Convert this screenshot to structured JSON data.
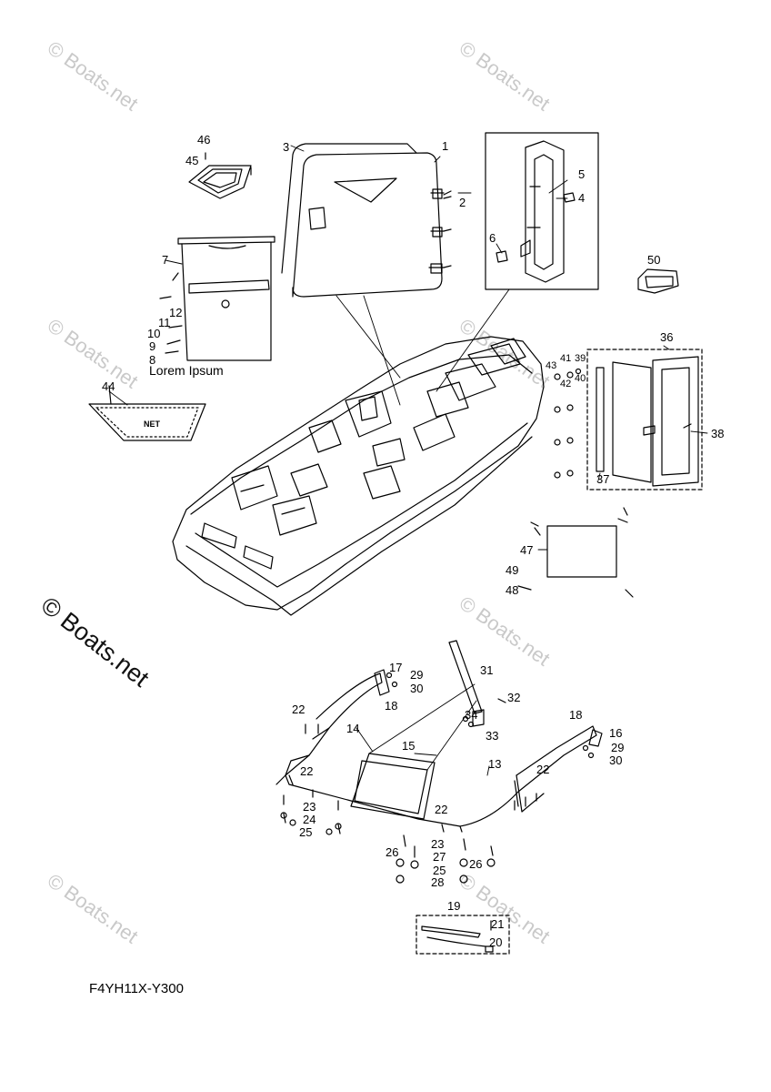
{
  "watermark": "© Boats.net",
  "diagram_code": "F4YH11X-Y300",
  "annotations": {
    "lorem": "Lorem Ipsum",
    "net_label": "NET"
  },
  "callouts": [
    "1",
    "2",
    "3",
    "4",
    "5",
    "6",
    "7",
    "8",
    "9",
    "10",
    "11",
    "12",
    "13",
    "14",
    "15",
    "16",
    "17",
    "18",
    "19",
    "20",
    "21",
    "22",
    "23",
    "24",
    "25",
    "26",
    "27",
    "28",
    "29",
    "30",
    "31",
    "32",
    "33",
    "34",
    "36",
    "37",
    "38",
    "39",
    "40",
    "41",
    "42",
    "43",
    "44",
    "45",
    "46",
    "47",
    "48",
    "49",
    "50"
  ],
  "colors": {
    "line": "#000000",
    "watermark": "#c9c9c9"
  }
}
